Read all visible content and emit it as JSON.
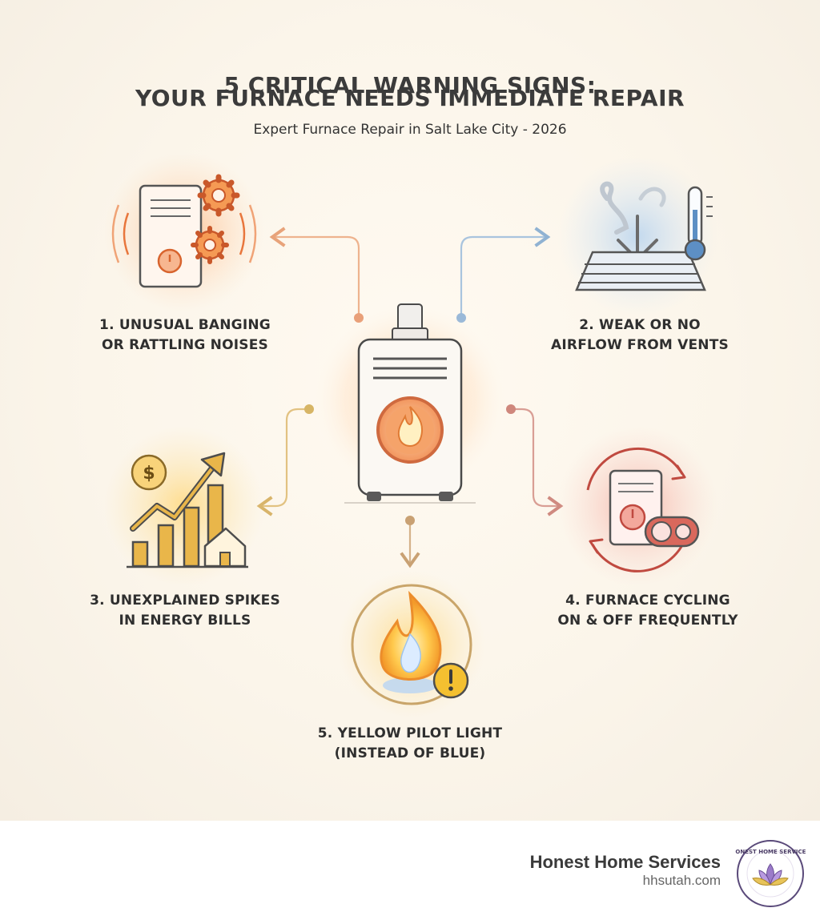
{
  "title": {
    "line1": "5 CRITICAL WARNING SIGNS:",
    "line2": "YOUR FURNACE NEEDS IMMEDIATE REPAIR",
    "subtitle": "Expert Furnace Repair in Salt Lake City - 2026"
  },
  "signs": [
    {
      "line1": "1. UNUSUAL BANGING",
      "line2": "OR RATTLING NOISES",
      "icon": "noisy-furnace-gears-icon",
      "color": "#e8763c"
    },
    {
      "line1": "2. WEAK OR NO",
      "line2": "AIRFLOW FROM VENTS",
      "icon": "vent-airflow-thermometer-icon",
      "color": "#6f9dc8"
    },
    {
      "line1": "3. UNEXPLAINED SPIKES",
      "line2": "IN ENERGY BILLS",
      "icon": "rising-bills-chart-icon",
      "color": "#d9a032"
    },
    {
      "line1": "4. FURNACE CYCLING",
      "line2": "ON & OFF FREQUENTLY",
      "icon": "power-cycle-icon",
      "color": "#d4574c"
    },
    {
      "line1": "5. YELLOW PILOT LIGHT",
      "line2": "(INSTEAD OF BLUE)",
      "icon": "yellow-flame-warning-icon",
      "color": "#e5a92e"
    }
  ],
  "center_icon": "furnace-flame-icon",
  "footer": {
    "brand": "Honest Home Services",
    "url": "hhsutah.com",
    "logo_text": "HONEST HOME SERVICES",
    "logo_icon": "lotus-logo-icon"
  }
}
